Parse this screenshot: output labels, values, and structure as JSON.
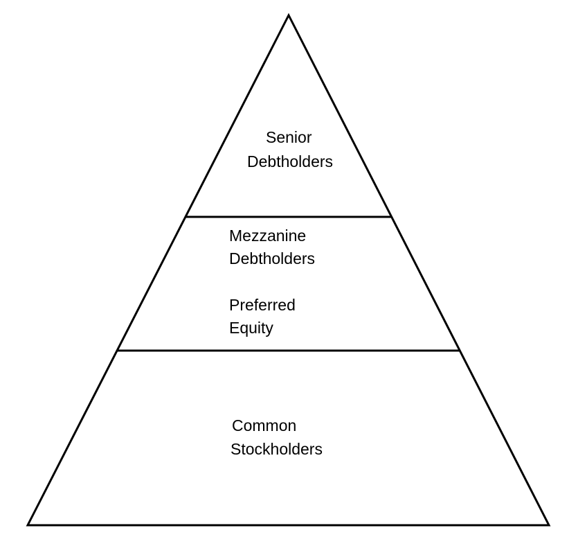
{
  "diagram": {
    "tiers": [
      {
        "lines": [
          "Senior",
          "Debtholders"
        ]
      },
      {
        "lines": [
          "Mezzanine",
          "Debtholders",
          "Preferred",
          "Equity"
        ]
      },
      {
        "lines": [
          "Common",
          "Stockholders"
        ]
      }
    ],
    "stroke_color": "#000000"
  }
}
